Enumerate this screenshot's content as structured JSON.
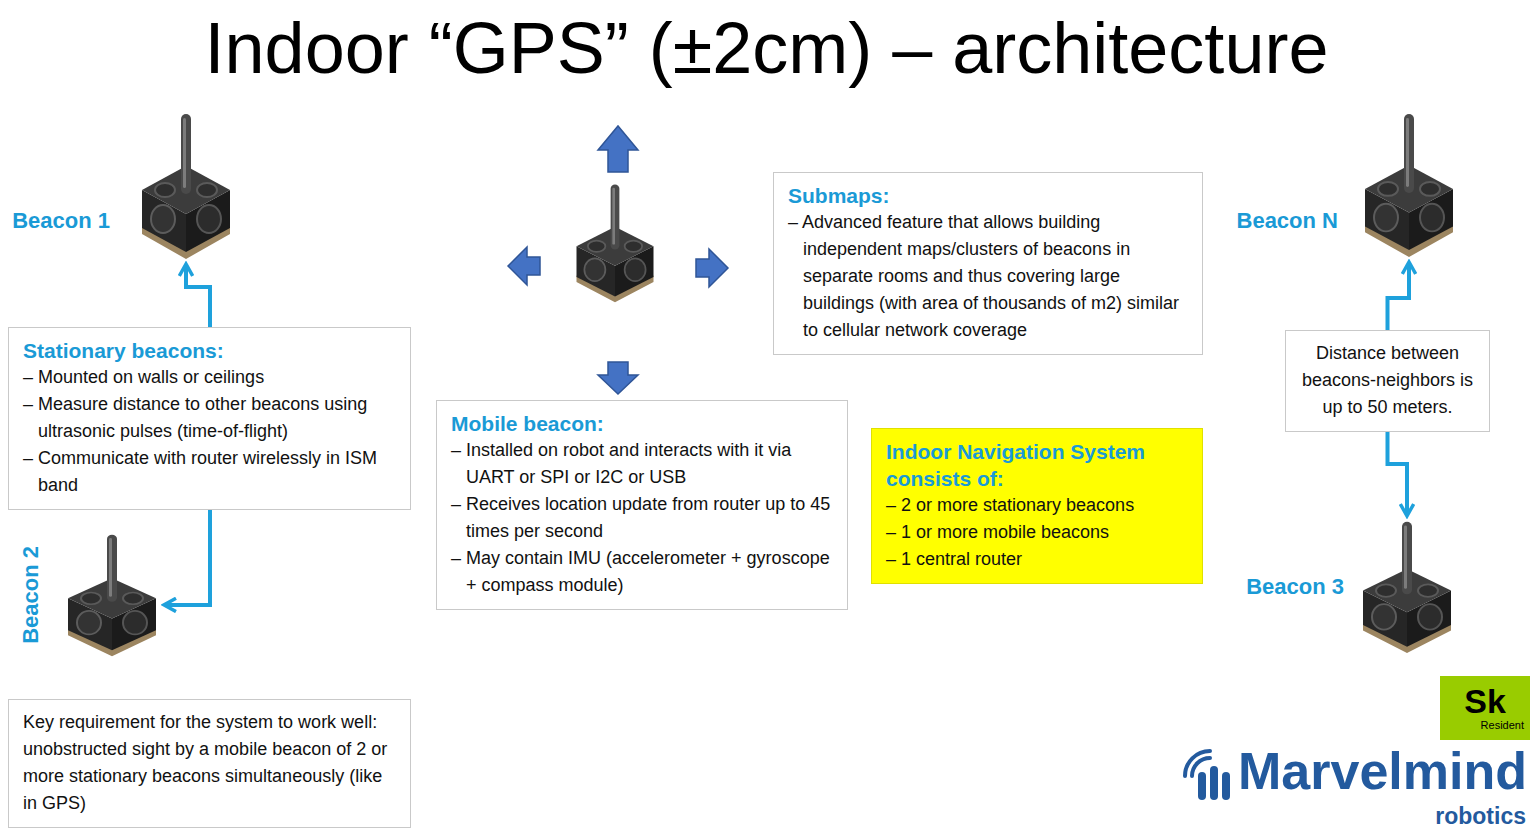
{
  "diagram": {
    "title": "Indoor “GPS” (±2cm) – architecture",
    "nodes": [
      {
        "text": [
          "Beacon 1"
        ]
      },
      {
        "text": [
          "Stationary beacons:",
          "– Mounted on walls or ceilings",
          "– Measure distance to other beacons using ultrasonic pulses (time-of-flight)",
          "– Communicate with router wirelessly in ISM band"
        ]
      },
      {
        "text": [
          "Beacon 2"
        ]
      },
      {
        "text": [
          "Key requirement for the system to work well: unobstructed sight by a mobile beacon of 2 or more stationary beacons simultaneously (like in GPS)"
        ]
      },
      {
        "text": [
          "Mobile beacon:",
          "– Installed on robot and interacts with it via UART or SPI or I2C or USB",
          "– Receives location update from router up to 45 times per second",
          "– May contain IMU (accelerometer + gyroscope + compass module)"
        ]
      },
      {
        "text": [
          "Submaps:",
          "– Advanced feature that allows building independent maps/clusters of beacons in separate rooms and thus covering large buildings (with area of thousands of m2) similar to cellular network coverage"
        ]
      },
      {
        "text": [
          "Indoor Navigation System consists of:",
          "– 2 or more stationary beacons",
          "– 1 or more mobile beacons",
          "– 1 central router"
        ]
      },
      {
        "text": [
          "Beacon N"
        ]
      },
      {
        "text": [
          "Distance between beacons-neighbors is up to 50 meters."
        ]
      },
      {
        "text": [
          "Beacon 3"
        ]
      },
      {
        "text": [
          "Sk",
          "Resident"
        ]
      }
    ],
    "edges": [
      {
        "from": 1,
        "to": 0,
        "arrow": "to"
      },
      {
        "from": 1,
        "to": 2,
        "arrow": "to"
      },
      {
        "from": 8,
        "to": 7,
        "arrow": "to"
      },
      {
        "from": 8,
        "to": 9,
        "arrow": "to"
      }
    ],
    "labels": [
      "Marvelmind",
      "robotics"
    ]
  }
}
